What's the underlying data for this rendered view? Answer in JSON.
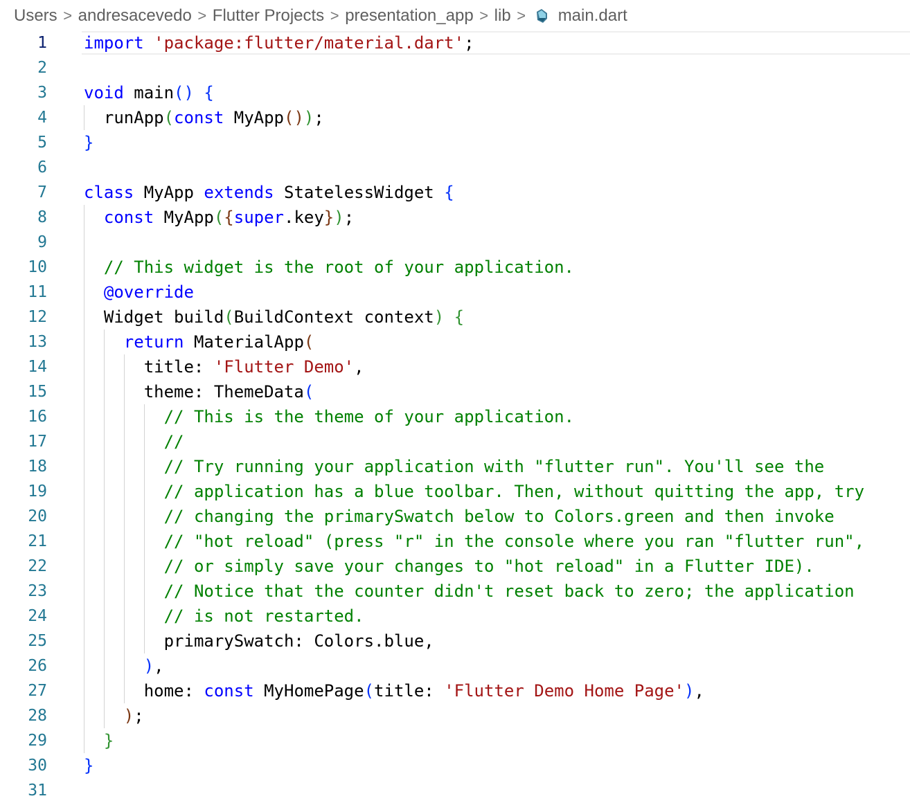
{
  "breadcrumb": {
    "items": [
      "Users",
      "andresacevedo",
      "Flutter Projects",
      "presentation_app",
      "lib"
    ],
    "file": "main.dart",
    "file_icon": "dart-file-icon",
    "separator": ">"
  },
  "editor": {
    "current_line": 1,
    "lines": [
      {
        "n": "1",
        "indent": 0,
        "tokens": [
          [
            "kw",
            "import"
          ],
          [
            "",
            " "
          ],
          [
            "str",
            "'package:flutter/material.dart'"
          ],
          [
            "",
            ";"
          ]
        ]
      },
      {
        "n": "2",
        "indent": 0,
        "tokens": []
      },
      {
        "n": "3",
        "indent": 0,
        "tokens": [
          [
            "kw",
            "void"
          ],
          [
            "",
            " main"
          ],
          [
            "p1",
            "()"
          ],
          [
            "",
            " "
          ],
          [
            "p1",
            "{"
          ]
        ]
      },
      {
        "n": "4",
        "indent": 1,
        "tokens": [
          [
            "",
            "runApp"
          ],
          [
            "p2",
            "("
          ],
          [
            "kw",
            "const"
          ],
          [
            "",
            " MyApp"
          ],
          [
            "p3",
            "()"
          ],
          [
            "p2",
            ")"
          ],
          [
            "",
            ";"
          ]
        ]
      },
      {
        "n": "5",
        "indent": 0,
        "tokens": [
          [
            "p1",
            "}"
          ]
        ]
      },
      {
        "n": "6",
        "indent": 0,
        "tokens": []
      },
      {
        "n": "7",
        "indent": 0,
        "tokens": [
          [
            "kw",
            "class"
          ],
          [
            "",
            " MyApp "
          ],
          [
            "kw",
            "extends"
          ],
          [
            "",
            " StatelessWidget "
          ],
          [
            "p1",
            "{"
          ]
        ]
      },
      {
        "n": "8",
        "indent": 1,
        "tokens": [
          [
            "kw",
            "const"
          ],
          [
            "",
            " MyApp"
          ],
          [
            "p2",
            "("
          ],
          [
            "p3",
            "{"
          ],
          [
            "kw",
            "super"
          ],
          [
            "",
            ".key"
          ],
          [
            "p3",
            "}"
          ],
          [
            "p2",
            ")"
          ],
          [
            "",
            ";"
          ]
        ]
      },
      {
        "n": "9",
        "indent": 1,
        "tokens": []
      },
      {
        "n": "10",
        "indent": 1,
        "tokens": [
          [
            "com",
            "// This widget is the root of your application."
          ]
        ]
      },
      {
        "n": "11",
        "indent": 1,
        "tokens": [
          [
            "kw",
            "@override"
          ]
        ]
      },
      {
        "n": "12",
        "indent": 1,
        "tokens": [
          [
            "",
            "Widget build"
          ],
          [
            "p2",
            "("
          ],
          [
            "",
            "BuildContext context"
          ],
          [
            "p2",
            ")"
          ],
          [
            "",
            " "
          ],
          [
            "p2",
            "{"
          ]
        ]
      },
      {
        "n": "13",
        "indent": 2,
        "tokens": [
          [
            "kw",
            "return"
          ],
          [
            "",
            " MaterialApp"
          ],
          [
            "p3",
            "("
          ]
        ]
      },
      {
        "n": "14",
        "indent": 3,
        "tokens": [
          [
            "",
            "title: "
          ],
          [
            "str",
            "'Flutter Demo'"
          ],
          [
            "",
            ","
          ]
        ]
      },
      {
        "n": "15",
        "indent": 3,
        "tokens": [
          [
            "",
            "theme: ThemeData"
          ],
          [
            "p1",
            "("
          ]
        ]
      },
      {
        "n": "16",
        "indent": 4,
        "tokens": [
          [
            "com",
            "// This is the theme of your application."
          ]
        ]
      },
      {
        "n": "17",
        "indent": 4,
        "tokens": [
          [
            "com",
            "//"
          ]
        ]
      },
      {
        "n": "18",
        "indent": 4,
        "tokens": [
          [
            "com",
            "// Try running your application with \"flutter run\". You'll see the"
          ]
        ]
      },
      {
        "n": "19",
        "indent": 4,
        "tokens": [
          [
            "com",
            "// application has a blue toolbar. Then, without quitting the app, try"
          ]
        ]
      },
      {
        "n": "20",
        "indent": 4,
        "tokens": [
          [
            "com",
            "// changing the primarySwatch below to Colors.green and then invoke"
          ]
        ]
      },
      {
        "n": "21",
        "indent": 4,
        "tokens": [
          [
            "com",
            "// \"hot reload\" (press \"r\" in the console where you ran \"flutter run\","
          ]
        ]
      },
      {
        "n": "22",
        "indent": 4,
        "tokens": [
          [
            "com",
            "// or simply save your changes to \"hot reload\" in a Flutter IDE)."
          ]
        ]
      },
      {
        "n": "23",
        "indent": 4,
        "tokens": [
          [
            "com",
            "// Notice that the counter didn't reset back to zero; the application"
          ]
        ]
      },
      {
        "n": "24",
        "indent": 4,
        "tokens": [
          [
            "com",
            "// is not restarted."
          ]
        ]
      },
      {
        "n": "25",
        "indent": 4,
        "tokens": [
          [
            "",
            "primarySwatch: Colors.blue,"
          ]
        ]
      },
      {
        "n": "26",
        "indent": 3,
        "tokens": [
          [
            "p1",
            ")"
          ],
          [
            "",
            ","
          ]
        ]
      },
      {
        "n": "27",
        "indent": 3,
        "tokens": [
          [
            "",
            "home: "
          ],
          [
            "kw",
            "const"
          ],
          [
            "",
            " MyHomePage"
          ],
          [
            "p1",
            "("
          ],
          [
            "",
            "title: "
          ],
          [
            "str",
            "'Flutter Demo Home Page'"
          ],
          [
            "p1",
            ")"
          ],
          [
            "",
            ","
          ]
        ]
      },
      {
        "n": "28",
        "indent": 2,
        "tokens": [
          [
            "p3",
            ")"
          ],
          [
            "",
            ";"
          ]
        ]
      },
      {
        "n": "29",
        "indent": 1,
        "tokens": [
          [
            "p2",
            "}"
          ]
        ]
      },
      {
        "n": "30",
        "indent": 0,
        "tokens": [
          [
            "p1",
            "}"
          ]
        ]
      },
      {
        "n": "31",
        "indent": 0,
        "tokens": []
      }
    ]
  },
  "colors": {
    "keyword": "#0000ff",
    "string": "#a31515",
    "comment": "#008000",
    "line_number": "#237893",
    "bracket_level_1": "#0431fa",
    "bracket_level_2": "#319331",
    "bracket_level_3": "#7b3814"
  }
}
